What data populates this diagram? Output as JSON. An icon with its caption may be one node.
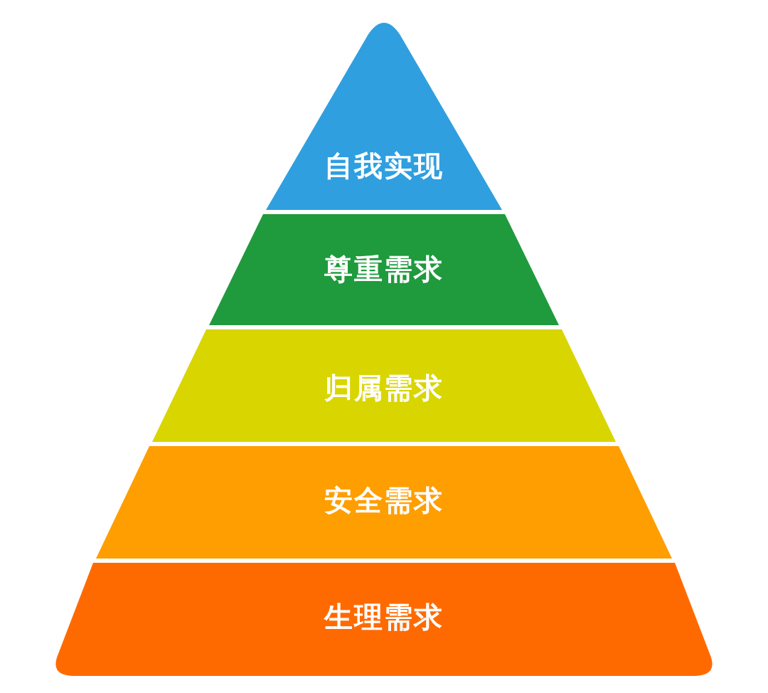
{
  "diagram": {
    "nodes": [
      {
        "text": [
          "自我实现"
        ]
      },
      {
        "text": [
          "尊重需求"
        ]
      },
      {
        "text": [
          "归属需求"
        ]
      },
      {
        "text": [
          "安全需求"
        ]
      },
      {
        "text": [
          "生理需求"
        ]
      }
    ]
  }
}
